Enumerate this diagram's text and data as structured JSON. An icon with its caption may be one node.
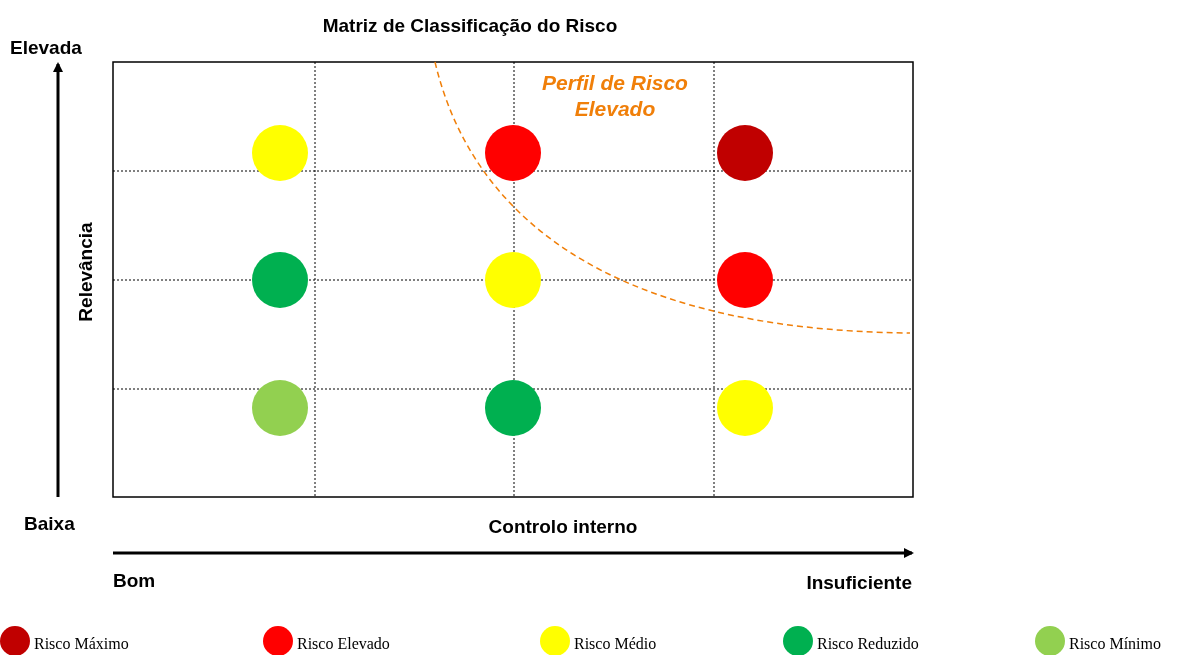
{
  "diagram": {
    "title": "Matriz de Classificação do Risco",
    "nodes": [
      {
        "text": [],
        "shape": "circle"
      },
      {
        "text": [],
        "shape": "circle"
      },
      {
        "text": [],
        "shape": "circle"
      },
      {
        "text": [],
        "shape": "circle"
      },
      {
        "text": [],
        "shape": "circle"
      },
      {
        "text": [],
        "shape": "circle"
      },
      {
        "text": [],
        "shape": "circle"
      },
      {
        "text": [],
        "shape": "circle"
      },
      {
        "text": [],
        "shape": "circle"
      }
    ],
    "edges": [],
    "labels": [
      "Elevada",
      "Perfil de Risco Elevado",
      "Relevância",
      "Baixa",
      "Controlo interno",
      "Bom",
      "Insuficiente"
    ],
    "legend": [
      {
        "text": "Risco Máximo",
        "color": "#c00000"
      },
      {
        "text": "Risco Elevado",
        "color": "#ff0000"
      },
      {
        "text": "Risco Médio",
        "color": "#ffff00"
      },
      {
        "text": "Risco Reduzido",
        "color": "#00b050"
      },
      {
        "text": "Risco Mínimo",
        "color": "#92d050"
      }
    ]
  }
}
